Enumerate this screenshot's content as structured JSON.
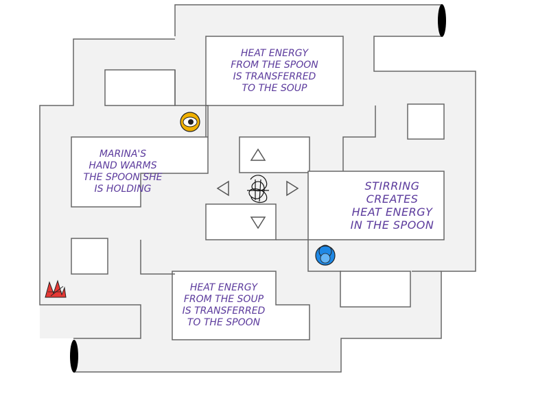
{
  "game": {
    "answers": {
      "top": "HEAT ENERGY\nFROM THE SPOON\nIS TRANSFERRED\nTO THE SOUP",
      "left": "MARINA'S\nHAND WARMS\nTHE SPOON SHE\nIS HOLDING",
      "right": "STIRRING\nCREATES\nHEAT ENERGY\nIN THE SPOON",
      "bottom": "HEAT ENERGY\nFROM THE SOUP\nIS TRANSFERRED\nTO THE SPOON"
    },
    "controls": {
      "up": "up-arrow-icon",
      "down": "down-arrow-icon",
      "left": "left-arrow-icon",
      "right": "right-arrow-icon"
    },
    "characters": {
      "player": "scribble-player-icon",
      "yellow_ghost": "eye-ghost-icon",
      "blue_ghost": "blue-ghost-icon",
      "red_ghost": "red-spiky-ghost-icon"
    },
    "colors": {
      "text": "#5b3a9c",
      "wall": "#555555",
      "corridor": "#f2f2f2",
      "yellow": "#f0b000",
      "blue": "#1e88e5",
      "red": "#e53935",
      "tunnel": "#000000"
    }
  }
}
